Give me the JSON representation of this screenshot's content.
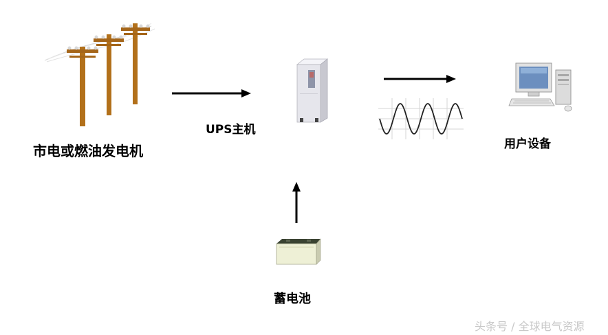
{
  "labels": {
    "source": "市电或燃油发电机",
    "ups": "UPS主机",
    "user": "用户设备",
    "battery": "蓄电池"
  },
  "watermark": "头条号 / 全球电气资源",
  "icons": {
    "source": "power-line-poles-icon",
    "ups": "ups-tower-icon",
    "output": "sine-wave-icon",
    "user": "desktop-computer-icon",
    "battery": "battery-icon"
  },
  "colors": {
    "pole": "#b2701a",
    "arrow": "#000000",
    "ups_body": "#e6e6ec",
    "battery_body": "#eef0d6",
    "battery_top": "#3a4332",
    "computer": "#e2e2e2",
    "screen": "#6c8fbf",
    "text": "#000000",
    "watermark": "#c8c8c8"
  }
}
